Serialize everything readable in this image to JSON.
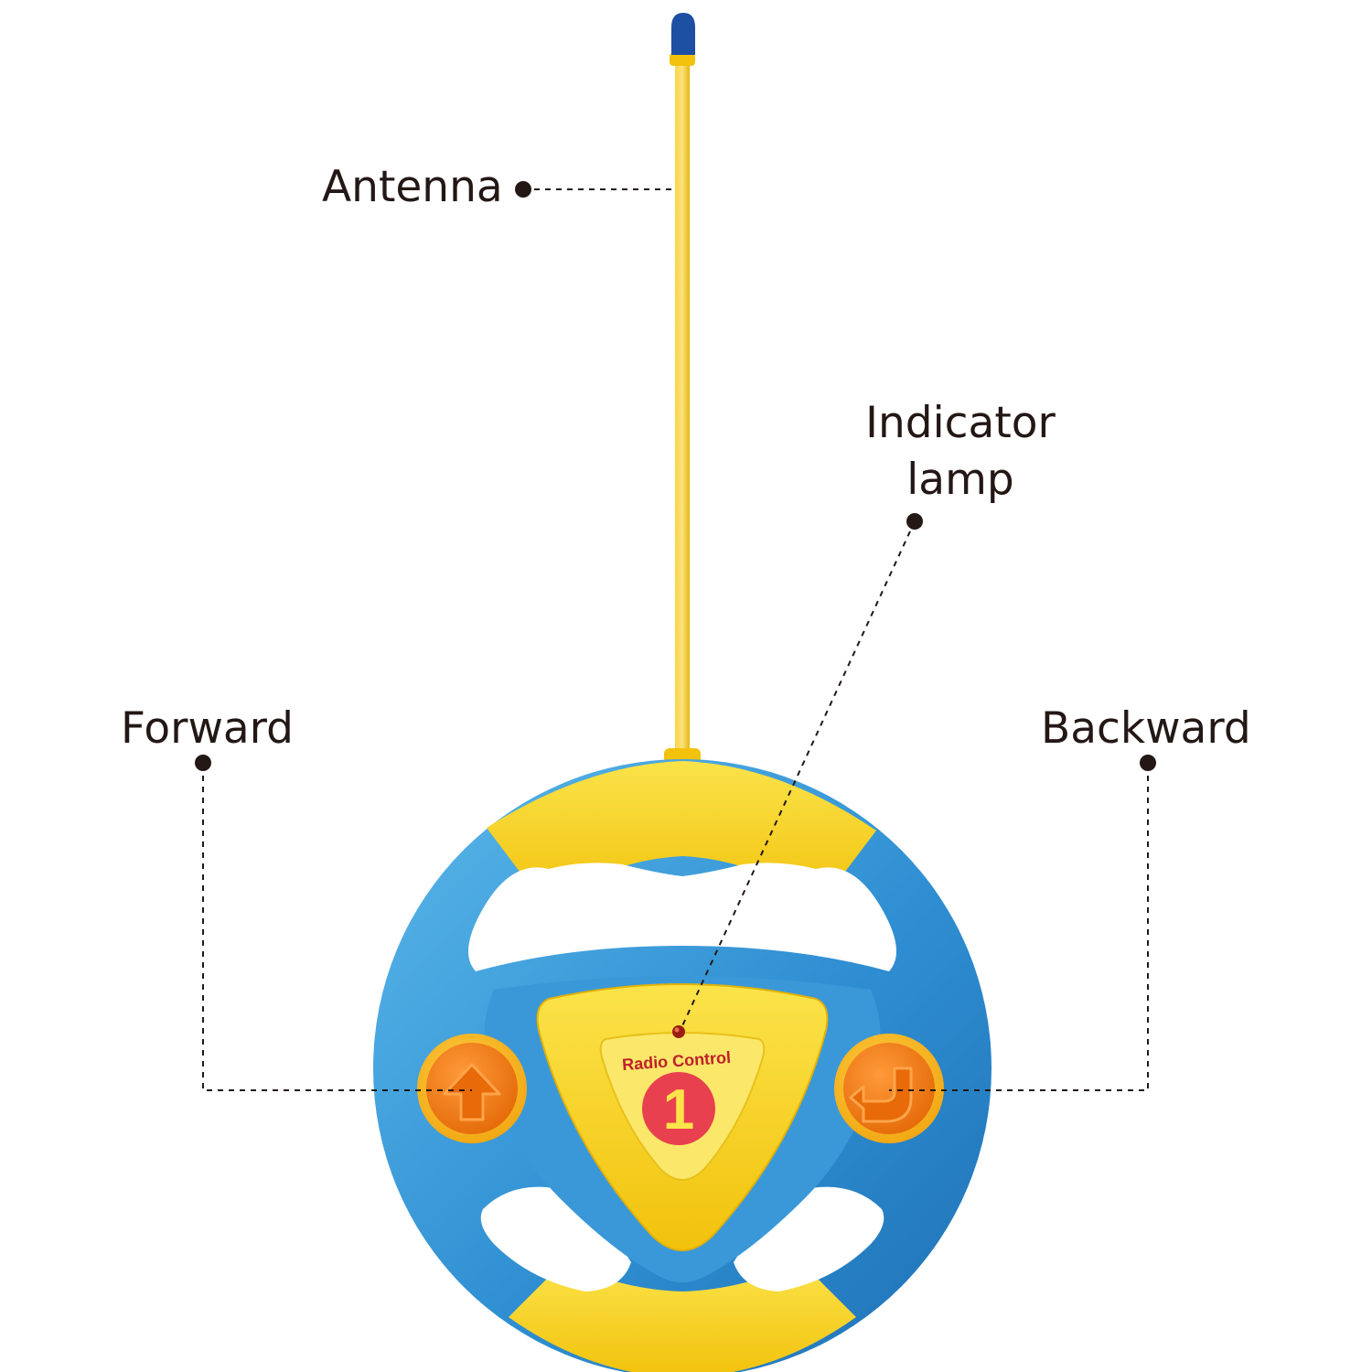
{
  "callouts": {
    "antenna": "Antenna",
    "indicator_line1": "Indicator",
    "indicator_line2": "lamp",
    "forward": "Forward",
    "backward": "Backward"
  },
  "device": {
    "face_label": "Radio Control",
    "channel_number": "1"
  },
  "colors": {
    "wheel_blue": "#2f8fd2",
    "wheel_yellow": "#f5d10f",
    "antenna_yellow": "#f6c51a",
    "antenna_tip": "#1d4fa3",
    "button_orange": "#f07a12",
    "badge_red": "#e8404f",
    "leader_line": "#231815"
  }
}
